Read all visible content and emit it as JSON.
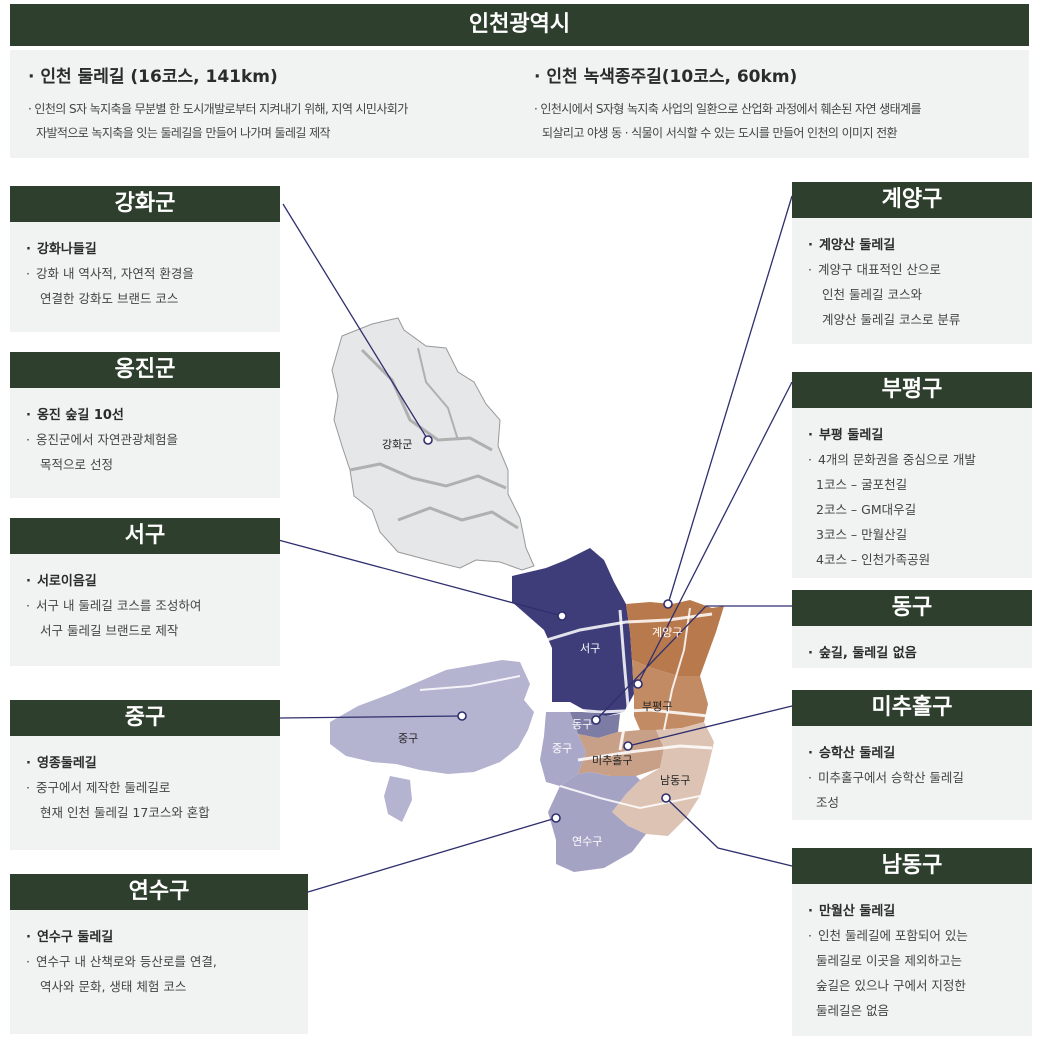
{
  "title": "인천광역시",
  "intro": [
    {
      "title": "· 인천 둘레길 (16코스, 141km)",
      "desc": [
        "· 인천의 S자 녹지축을 무분별 한 도시개발로부터 지켜내기 위해, 지역 시민사회가",
        "자발적으로 녹지축을 잇는 둘레길을 만들어 나가며 둘레길 제작"
      ]
    },
    {
      "title": "· 인천 녹색종주길(10코스, 60km)",
      "desc": [
        "· 인천시에서 S자형 녹지축 사업의 일환으로 산업화 과정에서 훼손된 자연 생태계를",
        "되살리고 야생 동 · 식물이 서식할 수 있는 도시를 만들어 인천의 이미지 전환"
      ]
    }
  ],
  "districts": {
    "ganghwa": {
      "name": "강화군",
      "item": "강화나들길",
      "desc": [
        "강화 내 역사적, 자연적 환경을",
        "연결한 강화도 브랜드 코스"
      ]
    },
    "ongjin": {
      "name": "옹진군",
      "item": "옹진 숲길 10선",
      "desc": [
        "옹진군에서 자연관광체험을",
        "목적으로 선정"
      ]
    },
    "seo": {
      "name": "서구",
      "item": "서로이음길",
      "desc": [
        "서구 내 둘레길 코스를 조성하여",
        "서구 둘레길 브랜드로 제작"
      ]
    },
    "jung": {
      "name": "중구",
      "item": "영종둘레길",
      "desc": [
        "중구에서 제작한 둘레길로",
        "현재 인천 둘레길 17코스와 혼합"
      ]
    },
    "yeonsu": {
      "name": "연수구",
      "item": "연수구 둘레길",
      "desc": [
        "연수구 내 산책로와 등산로를 연결,",
        "역사와 문화, 생태 체험 코스"
      ]
    },
    "gyeyang": {
      "name": "계양구",
      "item": "계양산 둘레길",
      "desc": [
        "계양구 대표적인 산으로",
        "인천 둘레길 코스와",
        "계양산 둘레길 코스로 분류"
      ]
    },
    "bupyeong": {
      "name": "부평구",
      "item": "부평 둘레길",
      "desc": [
        "4개의 문화권을 중심으로 개발",
        "1코스 – 굴포천길",
        "2코스 – GM대우길",
        "3코스 – 만월산길",
        "4코스 – 인천가족공원"
      ]
    },
    "dong": {
      "name": "동구",
      "item": "숲길, 둘레길 없음",
      "desc": []
    },
    "michuhol": {
      "name": "미추홀구",
      "item": "승학산 둘레길",
      "desc": [
        "미추홀구에서  승학산 둘레길",
        "조성"
      ]
    },
    "namdong": {
      "name": "남동구",
      "item": "만월산 둘레길",
      "desc": [
        "인천 둘레길에 포함되어 있는",
        "둘레길로 이곳을 제외하고는",
        "숲길은 있으나 구에서 지정한",
        "둘레길은 없음"
      ]
    }
  },
  "map_labels": {
    "ganghwa": "강화군",
    "seo": "서구",
    "gyeyang": "계양구",
    "jung": "중구",
    "dong": "동구",
    "bupyeong": "부평구",
    "jung2": "중구",
    "michuhol": "미추홀구",
    "namdong": "남동구",
    "yeonsu": "연수구"
  },
  "colors": {
    "header": "#2e3f2e",
    "panel": "#f1f2f2",
    "ganghwa": "#e6e7e8",
    "seo": "#3f3c7a",
    "gyeyang": "#b8794d",
    "bupyeong": "#c38b63",
    "jung": "#b4b3d0",
    "dong": "#7d7ca4",
    "michuhol": "#c8a088",
    "namdong": "#dcc3b4",
    "yeonsu": "#a5a3c3"
  }
}
